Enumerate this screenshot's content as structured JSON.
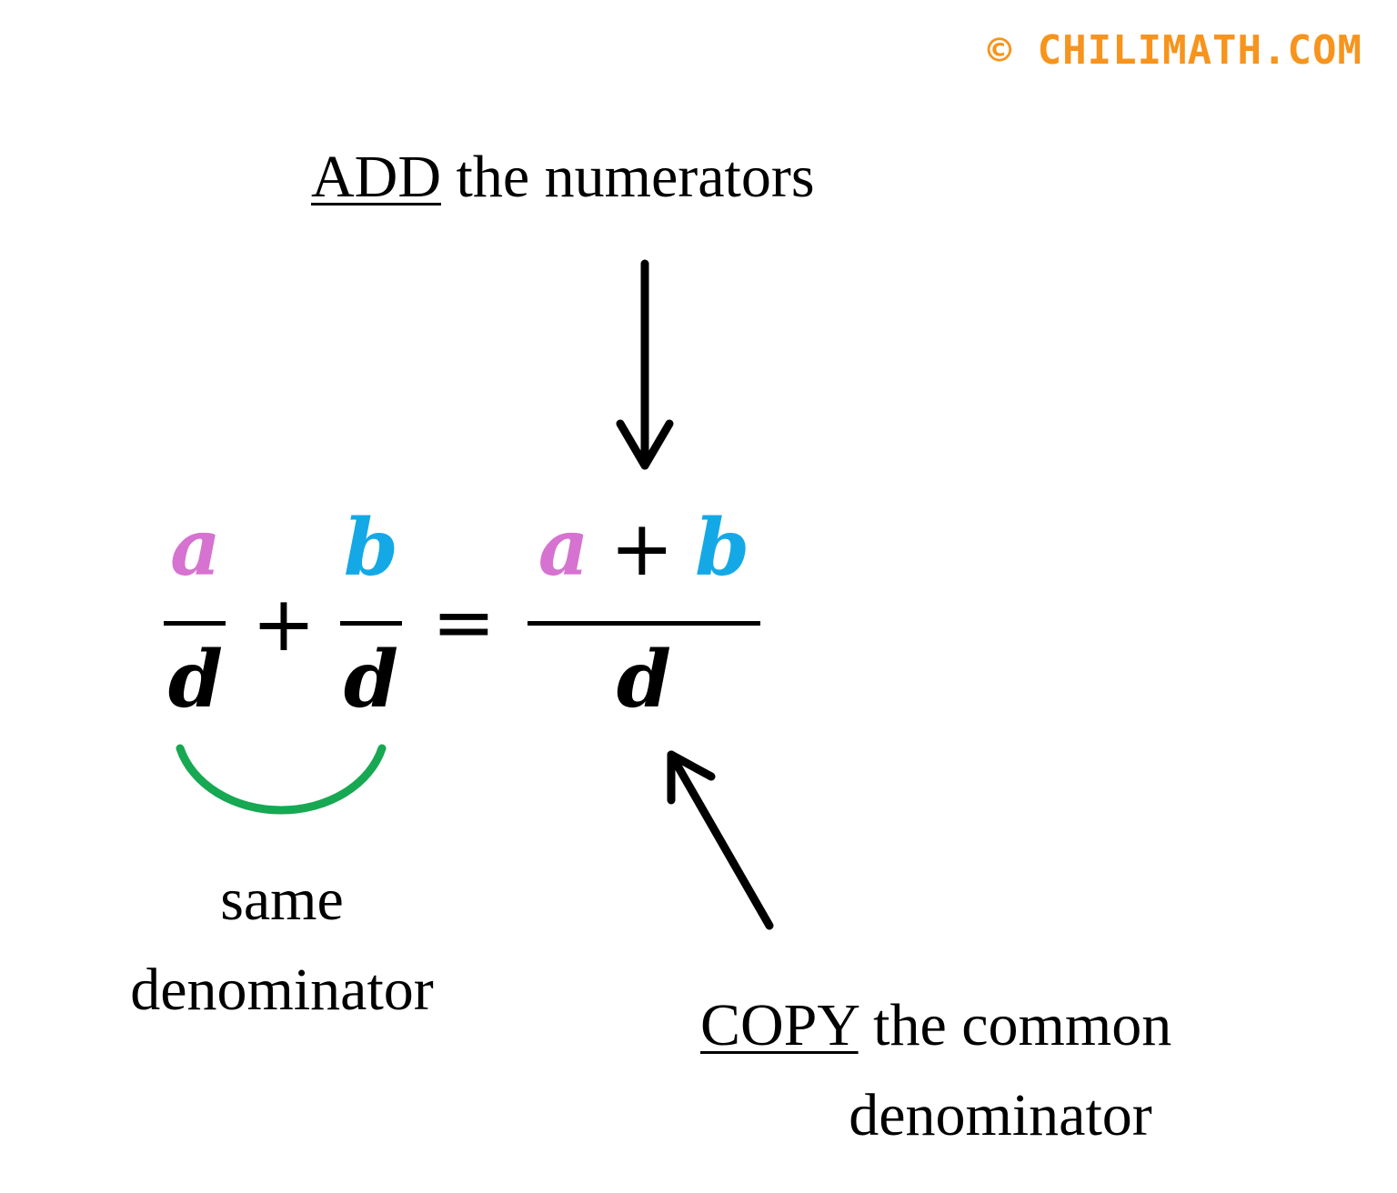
{
  "watermark": {
    "text": "© CHILIMATH.COM",
    "color": "#f7941d"
  },
  "top_label": {
    "emphasis": "ADD",
    "rest": "the numerators"
  },
  "bottom_right_label": {
    "emphasis": "COPY",
    "rest": "the common",
    "line2": "denominator"
  },
  "bottom_left_label": {
    "line1": "same",
    "line2": "denominator"
  },
  "equation": {
    "frac1_num": "a",
    "frac1_den": "d",
    "plus1": "+",
    "frac2_num": "b",
    "frac2_den": "d",
    "equals": "=",
    "result_num_a": "a",
    "result_num_plus": "+",
    "result_num_b": "b",
    "result_den": "d"
  },
  "colors": {
    "a": "#d672d0",
    "b": "#14a9e6",
    "arc": "#16a852",
    "text": "#000000"
  },
  "icons": [
    "arrow-down-icon",
    "arrow-up-left-icon",
    "brace-arc-icon"
  ]
}
